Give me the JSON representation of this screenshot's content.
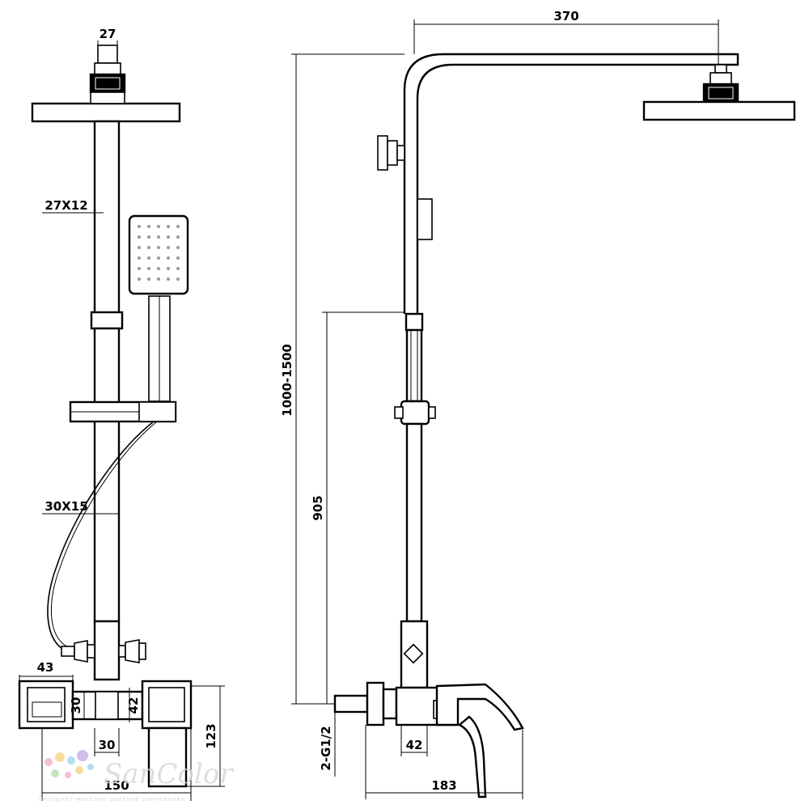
{
  "front_view": {
    "dimensions": {
      "head_connector": "27",
      "upper_pipe": "27X12",
      "lower_pipe": "30X15",
      "diverter_width": "43",
      "valve_height_left": "30",
      "valve_height_right": "42",
      "lower_spacing": "30",
      "valve_body_height": "123",
      "total_width": "150"
    }
  },
  "side_view": {
    "dimensions": {
      "arm_length": "370",
      "overall_height": "1000-1500",
      "slider_height": "905",
      "inlet_thread": "2-G1/2",
      "body_width": "42",
      "spout_reach": "183"
    }
  },
  "watermark": {
    "brand": "SanColor",
    "tagline": "интернет-магазин цветной сантехники",
    "dot_colors": [
      "#f3b3c9",
      "#f5d98f",
      "#a8d8f0",
      "#c9b3e8",
      "#b8e3b0"
    ]
  }
}
